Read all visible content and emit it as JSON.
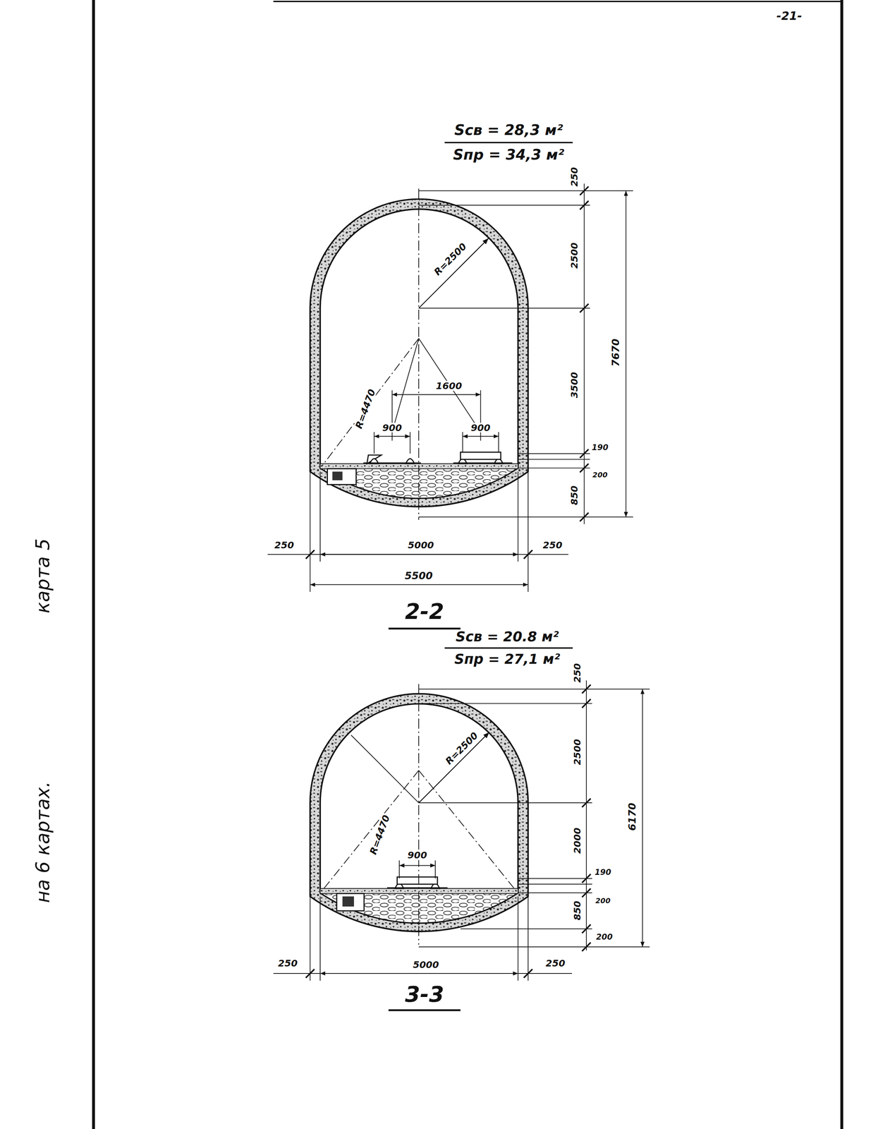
{
  "diagram": {
    "labels": [
      "-21-",
      "на 6 картах.",
      "карта 5",
      "Sсв = 28,3 м²",
      "Sпр = 34,3 м²",
      "250",
      "2500",
      "3500",
      "7670",
      "190",
      "200",
      "850",
      "R=2500",
      "R=4470",
      "1600",
      "900",
      "900",
      "250",
      "5000",
      "250",
      "5500",
      "2-2",
      "Sсв = 20.8 м²",
      "Sпр = 27,1 м²",
      "250",
      "2500",
      "6170",
      "2000",
      "190",
      "200",
      "850",
      "200",
      "R=2500",
      "R=4470",
      "900",
      "250",
      "5000",
      "250",
      "3-3"
    ]
  }
}
